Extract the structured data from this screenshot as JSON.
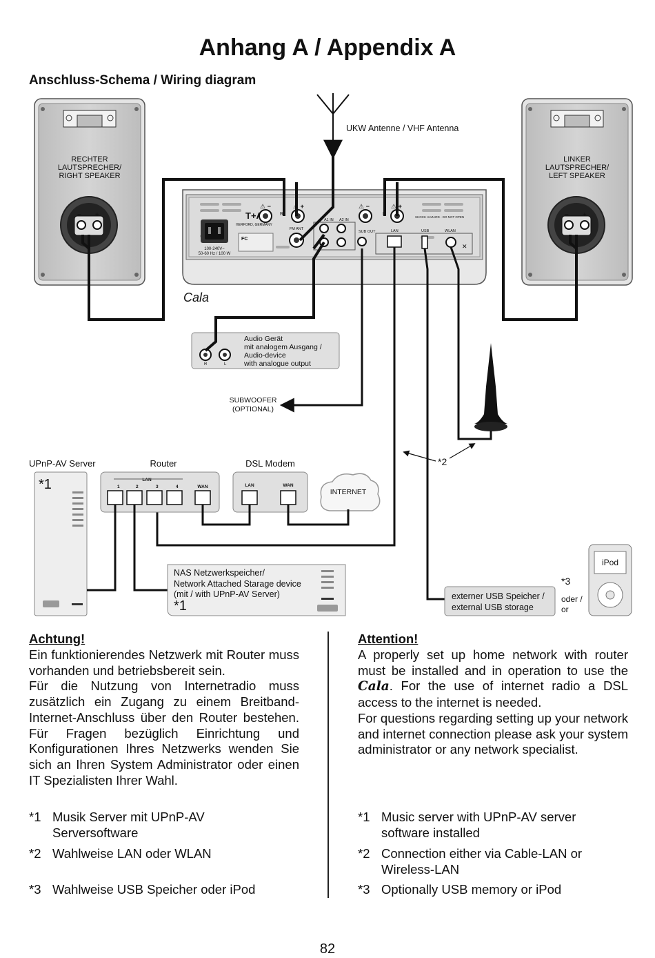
{
  "page": {
    "title": "Anhang A / Appendix A",
    "subtitle": "Anschluss-Schema / Wiring diagram",
    "page_number": "82"
  },
  "diagram": {
    "antenna_label": "UKW Antenne / VHF Antenna",
    "right_speaker_label": [
      "RECHTER",
      "LAUTSPRECHER/",
      "RIGHT SPEAKER"
    ],
    "left_speaker_label": [
      "LINKER",
      "LAUTSPRECHER/",
      "LEFT SPEAKER"
    ],
    "brand_logo": "T+A",
    "brand_city": "HERFORD, GERMANY",
    "model_name": "Cala",
    "power_label": [
      "100-240V~",
      "50-60 Hz / 100 W"
    ],
    "panel_labels": {
      "fm_ant": "FM ANT",
      "a1_in": "A1 IN",
      "a2_in": "A2 IN",
      "sub_out": "SUB OUT",
      "lan": "LAN",
      "usb": "USB",
      "wlan": "WLAN",
      "shock": "SHOCK HAZARD - DO NOT OPEN"
    },
    "audio_device_label": [
      "Audio Gerät",
      "mit analogem Ausgang /",
      "Audio-device",
      "with analogue output"
    ],
    "audio_r": "R",
    "audio_l": "L",
    "subwoofer_label": [
      "SUBWOOFER",
      "(OPTIONAL)"
    ],
    "wlan_note": "*2",
    "upnp_server_label": "UPnP-AV Server",
    "router_label": "Router",
    "dsl_modem_label": "DSL Modem",
    "router_lan": "LAN",
    "router_ports": [
      "1",
      "2",
      "3",
      "4"
    ],
    "router_wan": "WAN",
    "modem_lan": "LAN",
    "modem_wan": "WAN",
    "internet_label": "INTERNET",
    "server_note": "*1",
    "nas_label": [
      "NAS Netzwerkspeicher/",
      "Network Attached Starage device",
      "(mit / with UPnP-AV Server)"
    ],
    "nas_note": "*1",
    "usb_storage_label": [
      "externer USB Speicher /",
      "external USB storage"
    ],
    "ipod_label": "iPod",
    "usb_note": "*3",
    "or_label": [
      "oder /",
      "or"
    ]
  },
  "notes": {
    "de": {
      "heading": "Achtung!",
      "para1": "Ein funktionierendes Netzwerk mit Router muss vorhanden und betriebsbereit sein.",
      "para2": "Für die Nutzung von Internetradio muss zusätzlich ein Zugang zu einem Breitband-Internet-Anschluss über den Router bestehen. Für Fragen bezüglich Einrichtung und Konfigurationen Ihres Netzwerks wenden Sie sich an Ihren System Administrator oder einen IT Spezialisten Ihrer Wahl."
    },
    "en": {
      "heading": "Attention!",
      "para1_before": "A properly set up home network with router must be installed and in operation to use the",
      "para1_brand": "Cala",
      "para1_after": ". For the use of internet radio a DSL access to the internet is needed.",
      "para2": "For questions regarding setting up your network and internet connection please ask your system administrator or any network specialist."
    }
  },
  "footnotes": {
    "de": [
      {
        "num": "*1",
        "text": "Musik Server mit UPnP-AV Serversoftware"
      },
      {
        "num": "*2",
        "text": "Wahlweise LAN oder WLAN"
      },
      {
        "num": "*3",
        "text": "Wahlweise USB Speicher oder iPod"
      }
    ],
    "en": [
      {
        "num": "*1",
        "text": "Music server with UPnP-AV server software installed"
      },
      {
        "num": "*2",
        "text": "Connection either via Cable-LAN or Wireless-LAN"
      },
      {
        "num": "*3",
        "text": "Optionally USB memory or iPod"
      }
    ]
  }
}
